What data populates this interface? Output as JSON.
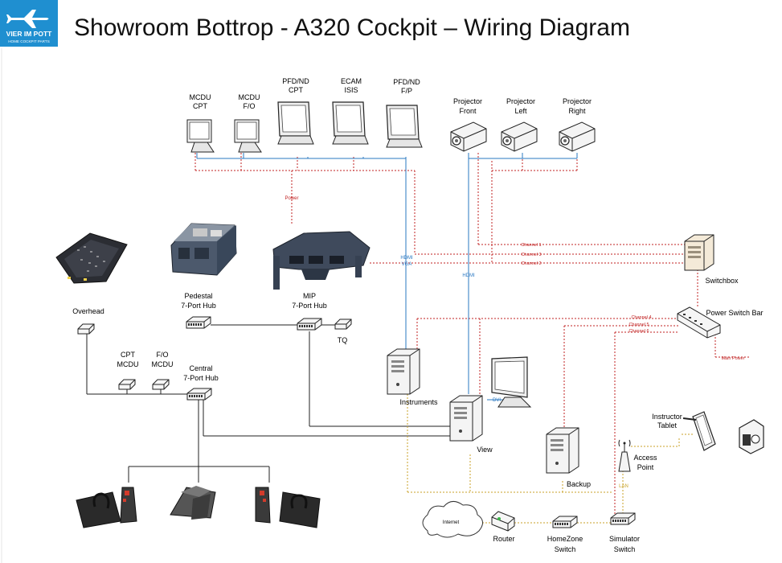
{
  "logo": {
    "line1": "VIER IM POTT",
    "line2": "HOME COCKPIT PARTS"
  },
  "title": "Showroom Bottrop - A320 Cockpit – Wiring Diagram",
  "colors": {
    "hdmi": "#2a78c2",
    "power": "#c02020",
    "usb": "#222222",
    "lan": "#c9a227",
    "channel": "#c02020"
  },
  "displays": [
    {
      "id": "mcdu-cpt",
      "line1": "MCDU",
      "line2": "CPT"
    },
    {
      "id": "mcdu-fo",
      "line1": "MCDU",
      "line2": "F/O"
    },
    {
      "id": "pfdnd-cpt",
      "line1": "PFD/ND",
      "line2": "CPT"
    },
    {
      "id": "ecam",
      "line1": "ECAM",
      "line2": "ISIS"
    },
    {
      "id": "pfdnd-fp",
      "line1": "PFD/ND",
      "line2": "F/P"
    }
  ],
  "projectors": [
    {
      "id": "front",
      "line1": "Projector",
      "line2": "Front"
    },
    {
      "id": "left",
      "line1": "Projector",
      "line2": "Left"
    },
    {
      "id": "right",
      "line1": "Projector",
      "line2": "Right"
    }
  ],
  "cable_labels": {
    "power": "Power",
    "hdmi_vga_1": "HDMI",
    "hdmi_vga_2": "VGA",
    "hdmi": "HDMI",
    "dvi": "DVI",
    "lan": "LAN",
    "main_power": "Main Power",
    "channel1": "Channel 1",
    "channel2": "Channel 2",
    "channel3": "Channel 3",
    "channel4": "Channel 4",
    "channel5": "Channel 5",
    "channel6": "Channel 6"
  },
  "devices": {
    "switchbox": "Switchbox",
    "power_switch_bar": "Power Switch Bar",
    "overhead": "Overhead",
    "pedestal_hub_1": "Pedestal",
    "pedestal_hub_2": "7-Port Hub",
    "mip_hub_1": "MIP",
    "mip_hub_2": "7-Port Hub",
    "tq": "TQ",
    "cpt_mcdu_1": "CPT",
    "cpt_mcdu_2": "MCDU",
    "fo_mcdu_1": "F/O",
    "fo_mcdu_2": "MCDU",
    "central_hub_1": "Central",
    "central_hub_2": "7-Port Hub",
    "instruments": "Instruments",
    "view": "View",
    "backup": "Backup",
    "instructor_1": "Instructor",
    "instructor_2": "Tablet",
    "access_point_1": "Access",
    "access_point_2": "Point",
    "internet": "Internet",
    "router": "Router",
    "homezone_1": "HomeZone",
    "homezone_2": "Switch",
    "simulator_switch_1": "Simulator",
    "simulator_switch_2": "Switch"
  }
}
